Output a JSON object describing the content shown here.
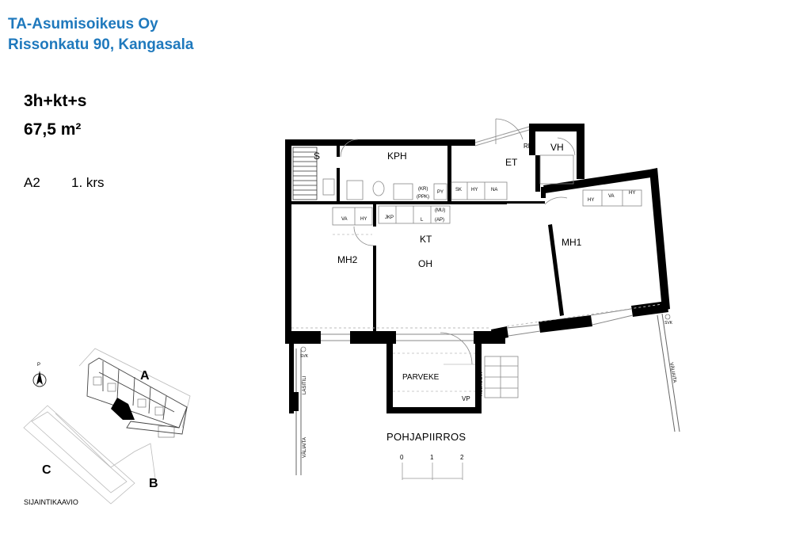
{
  "header": {
    "company": "TA-Asumisoikeus Oy",
    "address": "Rissonkatu 90, Kangasala"
  },
  "apartment": {
    "type": "3h+kt+s",
    "area": "67,5 m²",
    "code": "A2",
    "floor": "1. krs"
  },
  "plan": {
    "title": "POHJAPIIRROS",
    "rooms": {
      "sauna": "S",
      "bathroom": "KPH",
      "hall": "ET",
      "wardrobe": "VH",
      "kitchen": "KT",
      "living": "OH",
      "bedroom1": "MH1",
      "bedroom2": "MH2",
      "balcony": "PARVEKE"
    },
    "fixtures": {
      "kr": "(KR)",
      "ppk": "(PPK)",
      "py": "PY",
      "sk": "SK",
      "hy": "HY",
      "na": "NA",
      "rk": "RK",
      "va": "VA",
      "jkp": "JKP",
      "l": "L",
      "mu": "(MU)",
      "ap": "(AP)",
      "vp": "VP",
      "svk": "SVK"
    },
    "side_labels": {
      "lasitili": "LASITILI",
      "kulkuovi": "KULKUOVI",
      "valiaita": "VÄLIAITA"
    },
    "scale_ticks": [
      "0",
      "1",
      "2"
    ]
  },
  "site_plan": {
    "label": "SIJAINTIKAAVIO",
    "north": "P",
    "wings": {
      "a": "A",
      "b": "B",
      "c": "C"
    }
  }
}
